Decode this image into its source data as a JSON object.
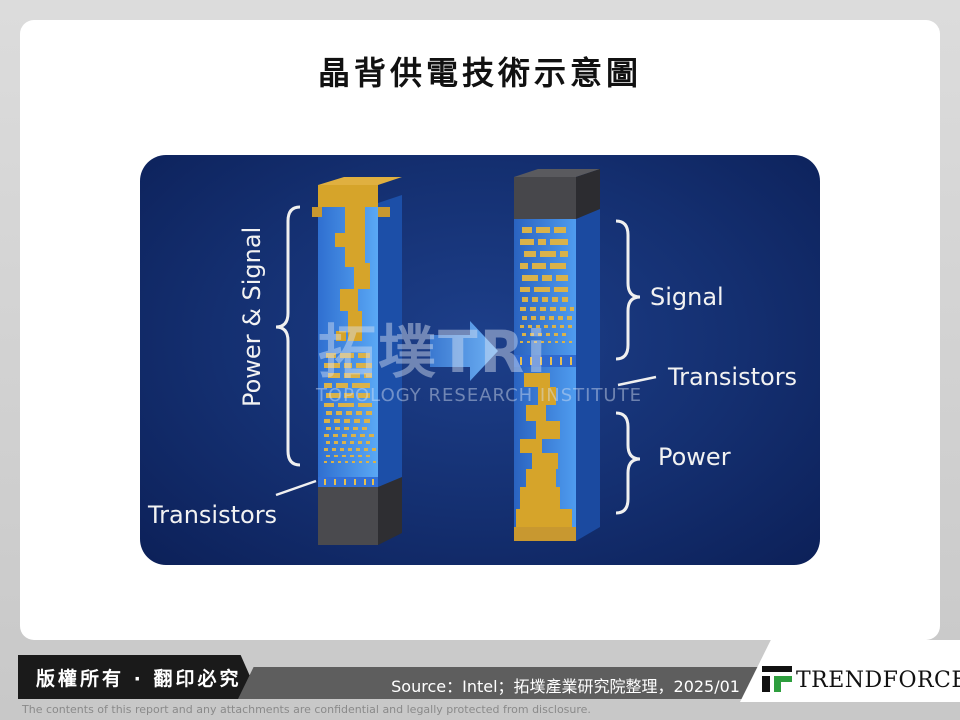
{
  "slide": {
    "title": "晶背供電技術示意圖"
  },
  "figure": {
    "labels": {
      "power_signal": "Power & Signal",
      "transistors_left": "Transistors",
      "signal": "Signal",
      "transistors_right": "Transistors",
      "power": "Power"
    },
    "watermark": {
      "main": "拓墣TRi",
      "sub": "TOPOLOGY RESEARCH INSTITUTE"
    },
    "colors": {
      "background": "#142f70",
      "gold": "#d6a42a",
      "blue_glass": "#3f8ee8",
      "arrow": "#4a8fe0"
    }
  },
  "footer": {
    "copyright": "版權所有 · 翻印必究",
    "source": "Source：Intel；拓墣產業研究院整理，2025/01",
    "brand": "TRENDFORCE",
    "disclaimer": "The contents of this report and any attachments are confidential and legally protected from disclosure."
  }
}
